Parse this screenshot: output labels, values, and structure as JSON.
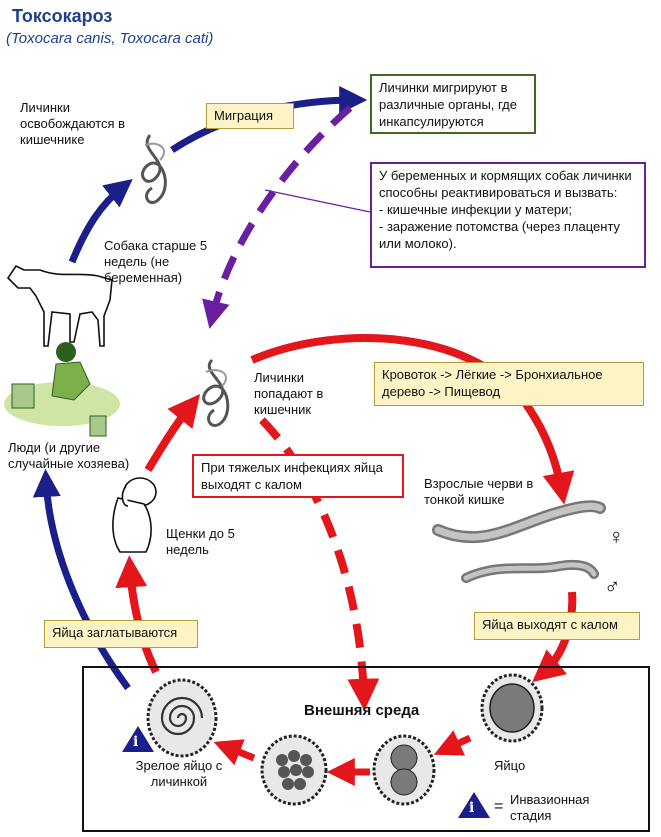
{
  "header": {
    "title": "Токсокароз",
    "subtitle": "(Toxocara canis, Toxocara cati)"
  },
  "labels": {
    "larvae_released": "Личинки освобождаются в кишечнике",
    "migration": "Миграция",
    "larvae_migrate": "Личинки мигрируют в различные органы, где инкапсулируются",
    "pregnant_note": "У беременных и кормящих собак личинки способны реактивироваться и вызвать:\n- кишечные инфекции у матери;\n- заражение потомства (через плаценту или молоко).",
    "dog_older": "Собака старше 5 недель (не беременная)",
    "humans": "Люди (и другие случайные хозяева)",
    "larvae_intestine": "Личинки попадают в кишечник",
    "bloodstream": "Кровоток -> Лёгкие -> Бронхиальное дерево -> Пищевод",
    "heavy_infection": "При тяжелых инфекциях яйца выходят с калом",
    "adult_worms": "Взрослые черви в тонкой кишке",
    "female_symbol": "♀",
    "male_symbol": "♂",
    "puppies": "Щенки до 5 недель",
    "eggs_swallowed": "Яйца заглатываются",
    "eggs_out": "Яйца выходят с калом",
    "environment": "Внешняя среда",
    "mature_egg": "Зрелое яйцо с личинкой",
    "egg": "Яйцо",
    "invasive_stage": "Инвазионная стадия",
    "info_letter": "i",
    "equals": "="
  },
  "colors": {
    "blue": "#1a1f8a",
    "red": "#e3161b",
    "purple": "#6a1fa0",
    "green": "#3d6b22",
    "yellow_bg": "#fdf4c6",
    "title": "#1f3f8f"
  }
}
